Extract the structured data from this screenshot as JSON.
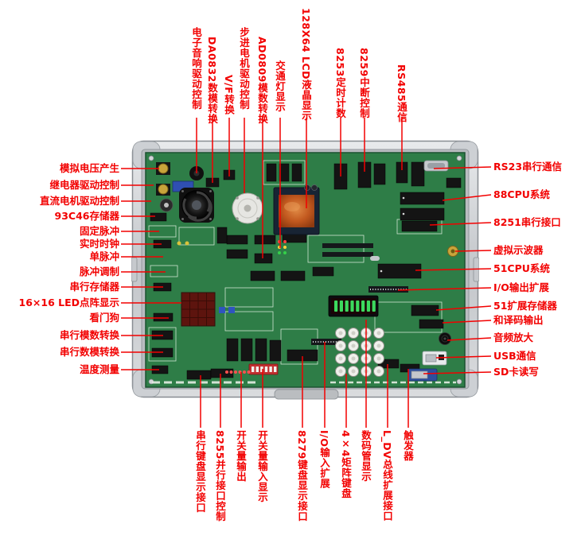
{
  "colors": {
    "callout_red": "#f20000",
    "pcb_green": "#2e7d47",
    "case_gray": "#c3c6ca",
    "lcd_orange": "#c2591f"
  },
  "labels": {
    "top": [
      "电子音响驱动控制",
      "DA0832数模转换",
      "V/F转换",
      "步进电机驱动控制",
      "AD0809模数转换",
      "交通灯显示",
      "128X64 LCD液晶显示",
      "8253定时计数",
      "8259中断控制",
      "RS485通信"
    ],
    "left": [
      "模拟电压产生",
      "继电器驱动控制",
      "直流电机驱动控制",
      "93C46存储器",
      "固定脉冲",
      "实时时钟",
      "单脉冲",
      "脉冲调制",
      "串行存储器",
      "16×16 LED点阵显示",
      "看门狗",
      "串行模数转换",
      "串行数模转换",
      "温度测量"
    ],
    "right": [
      "RS23串行通信",
      "88CPU系统",
      "8251串行接口",
      "虚拟示波器",
      "51CPU系统",
      "I/O输出扩展",
      "51扩展存储器",
      "和译码输出",
      "音频放大",
      "USB通信",
      "SD卡读写"
    ],
    "bottom": [
      "串行键盘显示接口",
      "8255并行接口控制",
      "开关量输出",
      "开关量输入显示",
      "8279键盘显示接口",
      "I/O输入扩展",
      "4×4矩阵键盘",
      "数码管显示",
      "L_DV总线扩展接口",
      "触发器"
    ]
  },
  "board": {
    "components": [
      "cooling-fan",
      "stepper-motor",
      "lcd-128x64",
      "led-dot-matrix",
      "seven-segment-display",
      "matrix-keypad",
      "ic-chips",
      "gold-connectors",
      "db9-connector",
      "usb-module",
      "sd-card-module",
      "traffic-light-leds",
      "dip-switch",
      "speaker"
    ]
  }
}
